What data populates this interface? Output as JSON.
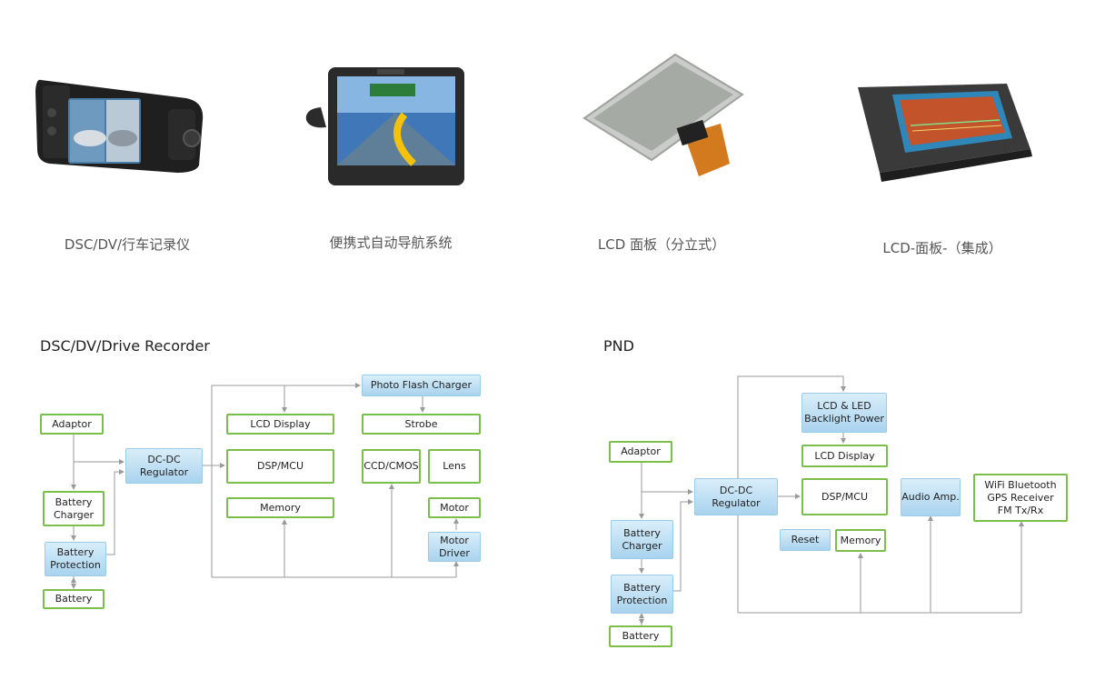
{
  "products": [
    {
      "caption": "DSC/DV/行车记录仪",
      "icon": "dashcam-image"
    },
    {
      "caption": "便携式自动导航系统",
      "icon": "gps-navigator-image"
    },
    {
      "caption": "LCD 面板（分立式）",
      "icon": "lcd-panel-image"
    },
    {
      "caption": "LCD-面板-（集成）",
      "icon": "integrated-lcd-image"
    }
  ],
  "dsc": {
    "title": "DSC/DV/Drive Recorder",
    "adaptor": "Adaptor",
    "battery_charger": "Battery Charger",
    "battery_protection": "Battery Protection",
    "battery": "Battery",
    "dcdc": "DC-DC Regulator",
    "lcd_display": "LCD Display",
    "dsp_mcu": "DSP/MCU",
    "memory": "Memory",
    "photo_flash": "Photo Flash Charger",
    "strobe": "Strobe",
    "ccd_cmos": "CCD/CMOS",
    "lens": "Lens",
    "motor": "Motor",
    "motor_driver": "Motor Driver"
  },
  "pnd": {
    "title": "PND",
    "adaptor": "Adaptor",
    "battery_charger": "Battery Charger",
    "battery_protection": "Battery Protection",
    "battery": "Battery",
    "dcdc": "DC-DC Regulator",
    "lcd_led": "LCD & LED Backlight Power",
    "lcd_display": "LCD Display",
    "dsp_mcu": "DSP/MCU",
    "reset": "Reset",
    "memory": "Memory",
    "audio_amp": "Audio Amp.",
    "wifi": "WiFi Bluetooth GPS Receiver FM Tx/Rx"
  },
  "colors": {
    "green_border": "#79bf4a",
    "blue_fill": "#bfe1f4",
    "connector": "#9a9a9a"
  }
}
